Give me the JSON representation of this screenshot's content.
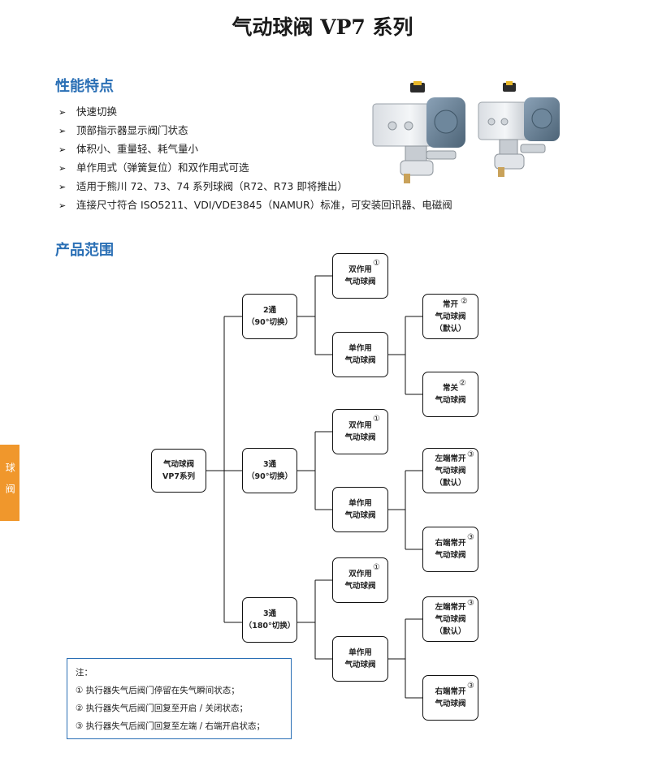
{
  "title": "气动球阀 VP7 系列",
  "features_heading": "性能特点",
  "features": [
    "快速切换",
    "顶部指示器显示阀门状态",
    "体积小、重量轻、耗气量小",
    "单作用式（弹簧复位）和双作用式可选",
    "适用于熊川 72、73、74 系列球阀（R72、R73 即将推出）",
    "连接尺寸符合 ISO5211、VDI/VDE3845（NAMUR）标准，可安装回讯器、电磁阀"
  ],
  "bullet_glyph": "➢",
  "range_heading": "产品范围",
  "side_tab": "球阀",
  "tree": {
    "root": [
      "气动球阀",
      "VP7系列"
    ],
    "groups": [
      {
        "type": [
          "2通",
          "（90°切换）"
        ],
        "double": [
          "双作用",
          "气动球阀"
        ],
        "double_mark": "①",
        "single": [
          "单作用",
          "气动球阀"
        ],
        "opt_a": [
          "常开",
          "气动球阀",
          "（默认）"
        ],
        "opt_a_mark": "②",
        "opt_b": [
          "常关",
          "气动球阀"
        ],
        "opt_b_mark": "②"
      },
      {
        "type": [
          "3通",
          "（90°切换）"
        ],
        "double": [
          "双作用",
          "气动球阀"
        ],
        "double_mark": "①",
        "single": [
          "单作用",
          "气动球阀"
        ],
        "opt_a": [
          "左端常开",
          "气动球阀",
          "（默认）"
        ],
        "opt_a_mark": "③",
        "opt_b": [
          "右端常开",
          "气动球阀"
        ],
        "opt_b_mark": "③"
      },
      {
        "type": [
          "3通",
          "（180°切换）"
        ],
        "double": [
          "双作用",
          "气动球阀"
        ],
        "double_mark": "①",
        "single": [
          "单作用",
          "气动球阀"
        ],
        "opt_a": [
          "左端常开",
          "气动球阀",
          "（默认）"
        ],
        "opt_a_mark": "③",
        "opt_b": [
          "右端常开",
          "气动球阀"
        ],
        "opt_b_mark": "③"
      }
    ]
  },
  "note": {
    "heading": "注：",
    "items": [
      "① 执行器失气后阀门停留在失气瞬间状态；",
      "② 执行器失气后阀门回复至开启 / 关闭状态；",
      "③ 执行器失气后阀门回复至左端 / 右端开启状态；"
    ]
  },
  "colors": {
    "heading_blue": "#2a6fb5",
    "side_tab_orange": "#f0972c"
  }
}
